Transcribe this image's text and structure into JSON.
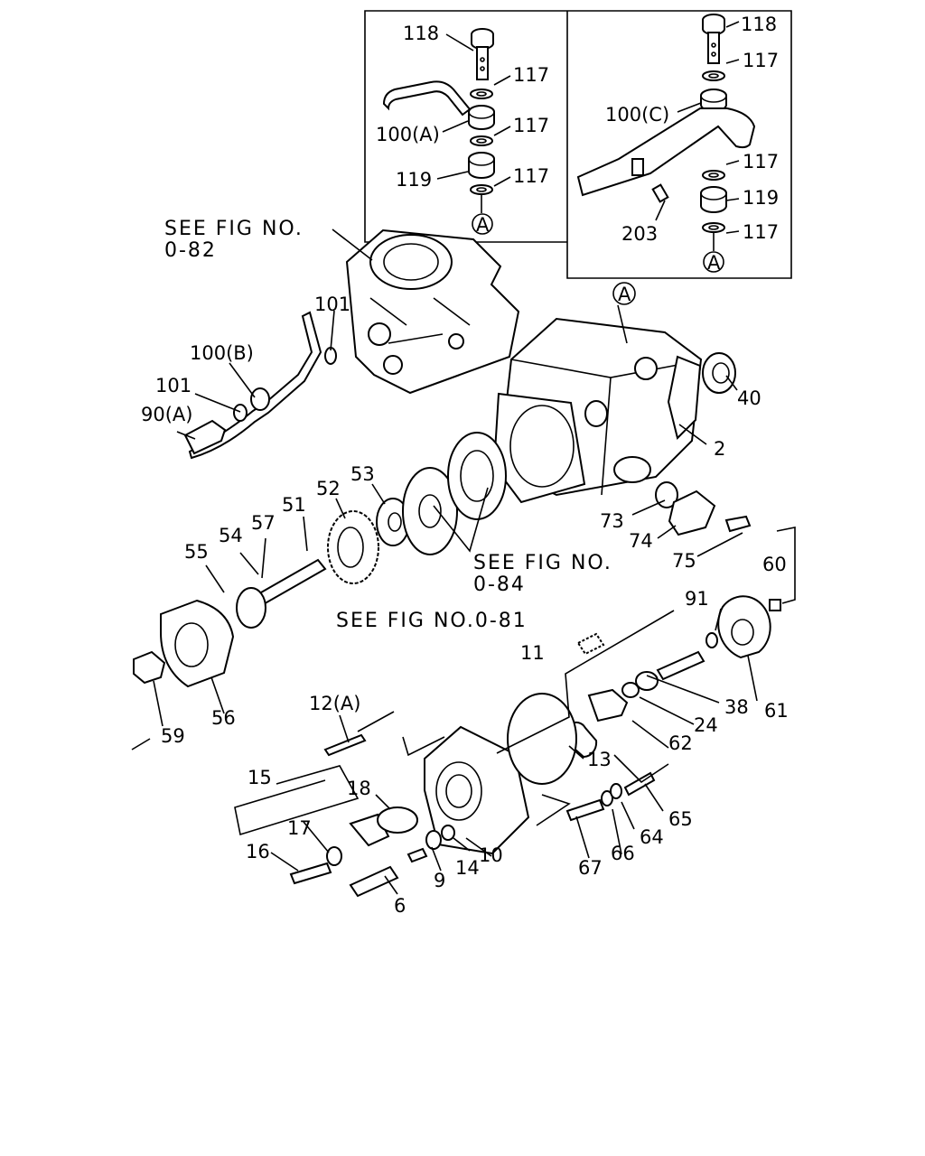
{
  "figure_refs": {
    "fig_082_line1": "SEE FIG NO.",
    "fig_082_line2": "0-82",
    "fig_084_line1": "SEE FIG NO.",
    "fig_084_line2": "0-84",
    "fig_081": "SEE FIG NO.0-81"
  },
  "detail_marker": "A",
  "inset_left": {
    "labels": {
      "p118": "118",
      "p117a": "117",
      "p100a": "100(A)",
      "p117b": "117",
      "p119": "119",
      "p117c": "117"
    }
  },
  "inset_right": {
    "labels": {
      "p118": "118",
      "p117a": "117",
      "p100c": "100(C)",
      "p117b": "117",
      "p203": "203",
      "p119": "119",
      "p117c": "117"
    }
  },
  "part_labels": {
    "p101a": "101",
    "p100b": "100(B)",
    "p101b": "101",
    "p90a": "90(A)",
    "p40": "40",
    "p2": "2",
    "p53": "53",
    "p52": "52",
    "p51": "51",
    "p57": "57",
    "p54": "54",
    "p55": "55",
    "p73": "73",
    "p74": "74",
    "p75": "75",
    "p60": "60",
    "p91": "91",
    "p11": "11",
    "p38": "38",
    "p61": "61",
    "p24": "24",
    "p62": "62",
    "p56": "56",
    "p59": "59",
    "p12a": "12(A)",
    "p13": "13",
    "p15": "15",
    "p18": "18",
    "p65": "65",
    "p17": "17",
    "p64": "64",
    "p16": "16",
    "p14": "14",
    "p10": "10",
    "p9": "9",
    "p66": "66",
    "p67": "67",
    "p6": "6"
  }
}
